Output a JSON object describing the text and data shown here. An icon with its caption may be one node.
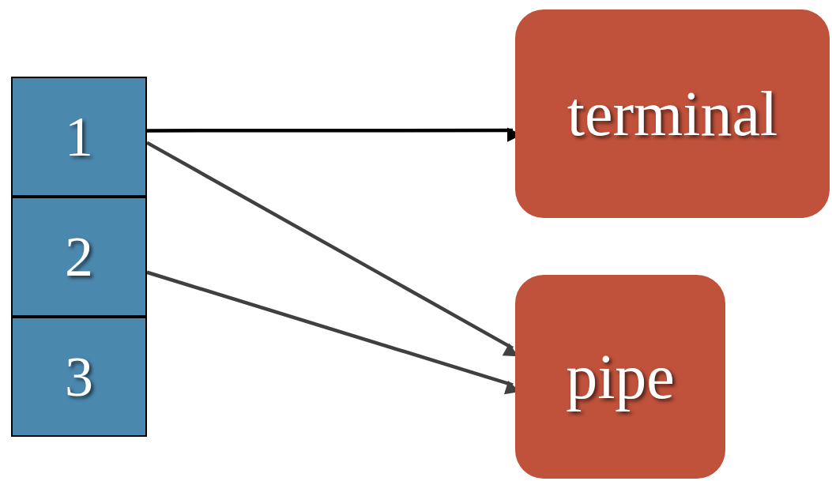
{
  "diagram": {
    "nodes": [
      {
        "text": [
          "1"
        ]
      },
      {
        "text": [
          "2"
        ]
      },
      {
        "text": [
          "3"
        ]
      },
      {
        "text": [
          "terminal"
        ]
      },
      {
        "text": [
          "pipe"
        ]
      }
    ],
    "edges": [
      {
        "from": 0,
        "to": 3,
        "arrow": "to",
        "color": "#000000"
      },
      {
        "from": 0,
        "to": 4,
        "arrow": "to"
      },
      {
        "from": 1,
        "to": 4,
        "arrow": "to"
      }
    ]
  }
}
